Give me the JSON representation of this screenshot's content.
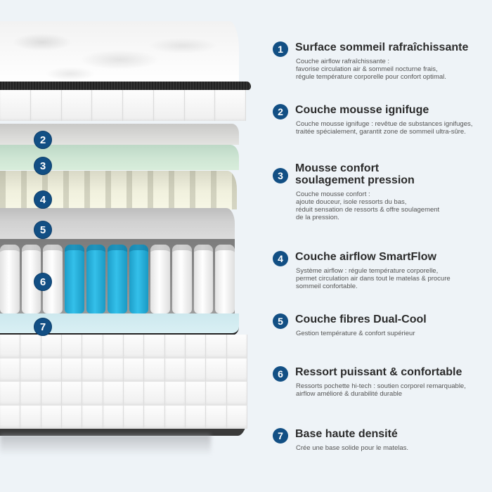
{
  "accent_color": "#124f84",
  "illustration": {
    "label": "mattress-layers-cutaway",
    "layer_badges": [
      "2",
      "3",
      "4",
      "5",
      "6",
      "7"
    ]
  },
  "features": [
    {
      "number": "1",
      "title": "Surface sommeil rafraîchissante",
      "description": "Couche airflow rafraîchissante :\nfavorise circulation air & sommeil nocturne frais,\nrégule température corporelle pour confort optimal."
    },
    {
      "number": "2",
      "title": "Couche mousse ignifuge",
      "description": "Couche mousse ignifuge : revêtue de substances ignifuges,\ntraitée spécialement, garantit zone de sommeil ultra-sûre."
    },
    {
      "number": "3",
      "title": "Mousse confort\nsoulagement pression",
      "description": "Couche mousse confort :\najoute douceur, isole ressorts du bas,\nréduit sensation de ressorts & offre soulagement\nde la pression."
    },
    {
      "number": "4",
      "title": "Couche airflow SmartFlow",
      "description": "Système airflow : régule température corporelle,\npermet circulation air dans tout le matelas & procure\nsommeil confortable."
    },
    {
      "number": "5",
      "title": "Couche fibres Dual-Cool",
      "description": "Gestion température & confort supérieur"
    },
    {
      "number": "6",
      "title": "Ressort puissant & confortable",
      "description": "Ressorts pochette hi-tech : soutien corporel remarquable,\nairflow amélioré & durabilité durable"
    },
    {
      "number": "7",
      "title": "Base haute densité",
      "description": "Crée une base solide pour le matelas."
    }
  ]
}
